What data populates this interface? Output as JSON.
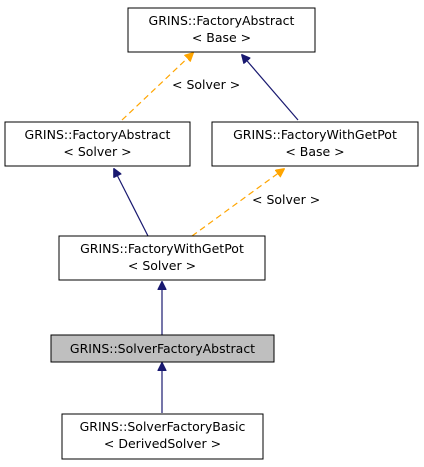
{
  "diagram": {
    "colors": {
      "inheritance_edge": "#191970",
      "template_edge": "#ffa500",
      "node_fill": "#ffffff",
      "highlight_fill": "#bfbfbf",
      "node_stroke": "#000000"
    },
    "nodes": {
      "factory_abstract_base": {
        "line1": "GRINS::FactoryAbstract",
        "line2": "< Base >"
      },
      "factory_abstract_solver": {
        "line1": "GRINS::FactoryAbstract",
        "line2": "< Solver >"
      },
      "factory_with_getpot_base": {
        "line1": "GRINS::FactoryWithGetPot",
        "line2": "< Base >"
      },
      "factory_with_getpot_solver": {
        "line1": "GRINS::FactoryWithGetPot",
        "line2": "< Solver >"
      },
      "solver_factory_abstract": {
        "line1": "GRINS::SolverFactoryAbstract"
      },
      "solver_factory_basic": {
        "line1": "GRINS::SolverFactoryBasic",
        "line2": "< DerivedSolver >"
      }
    },
    "edge_labels": {
      "abstract_base_to_solver": "< Solver >",
      "getpot_base_to_solver": "< Solver >"
    }
  }
}
